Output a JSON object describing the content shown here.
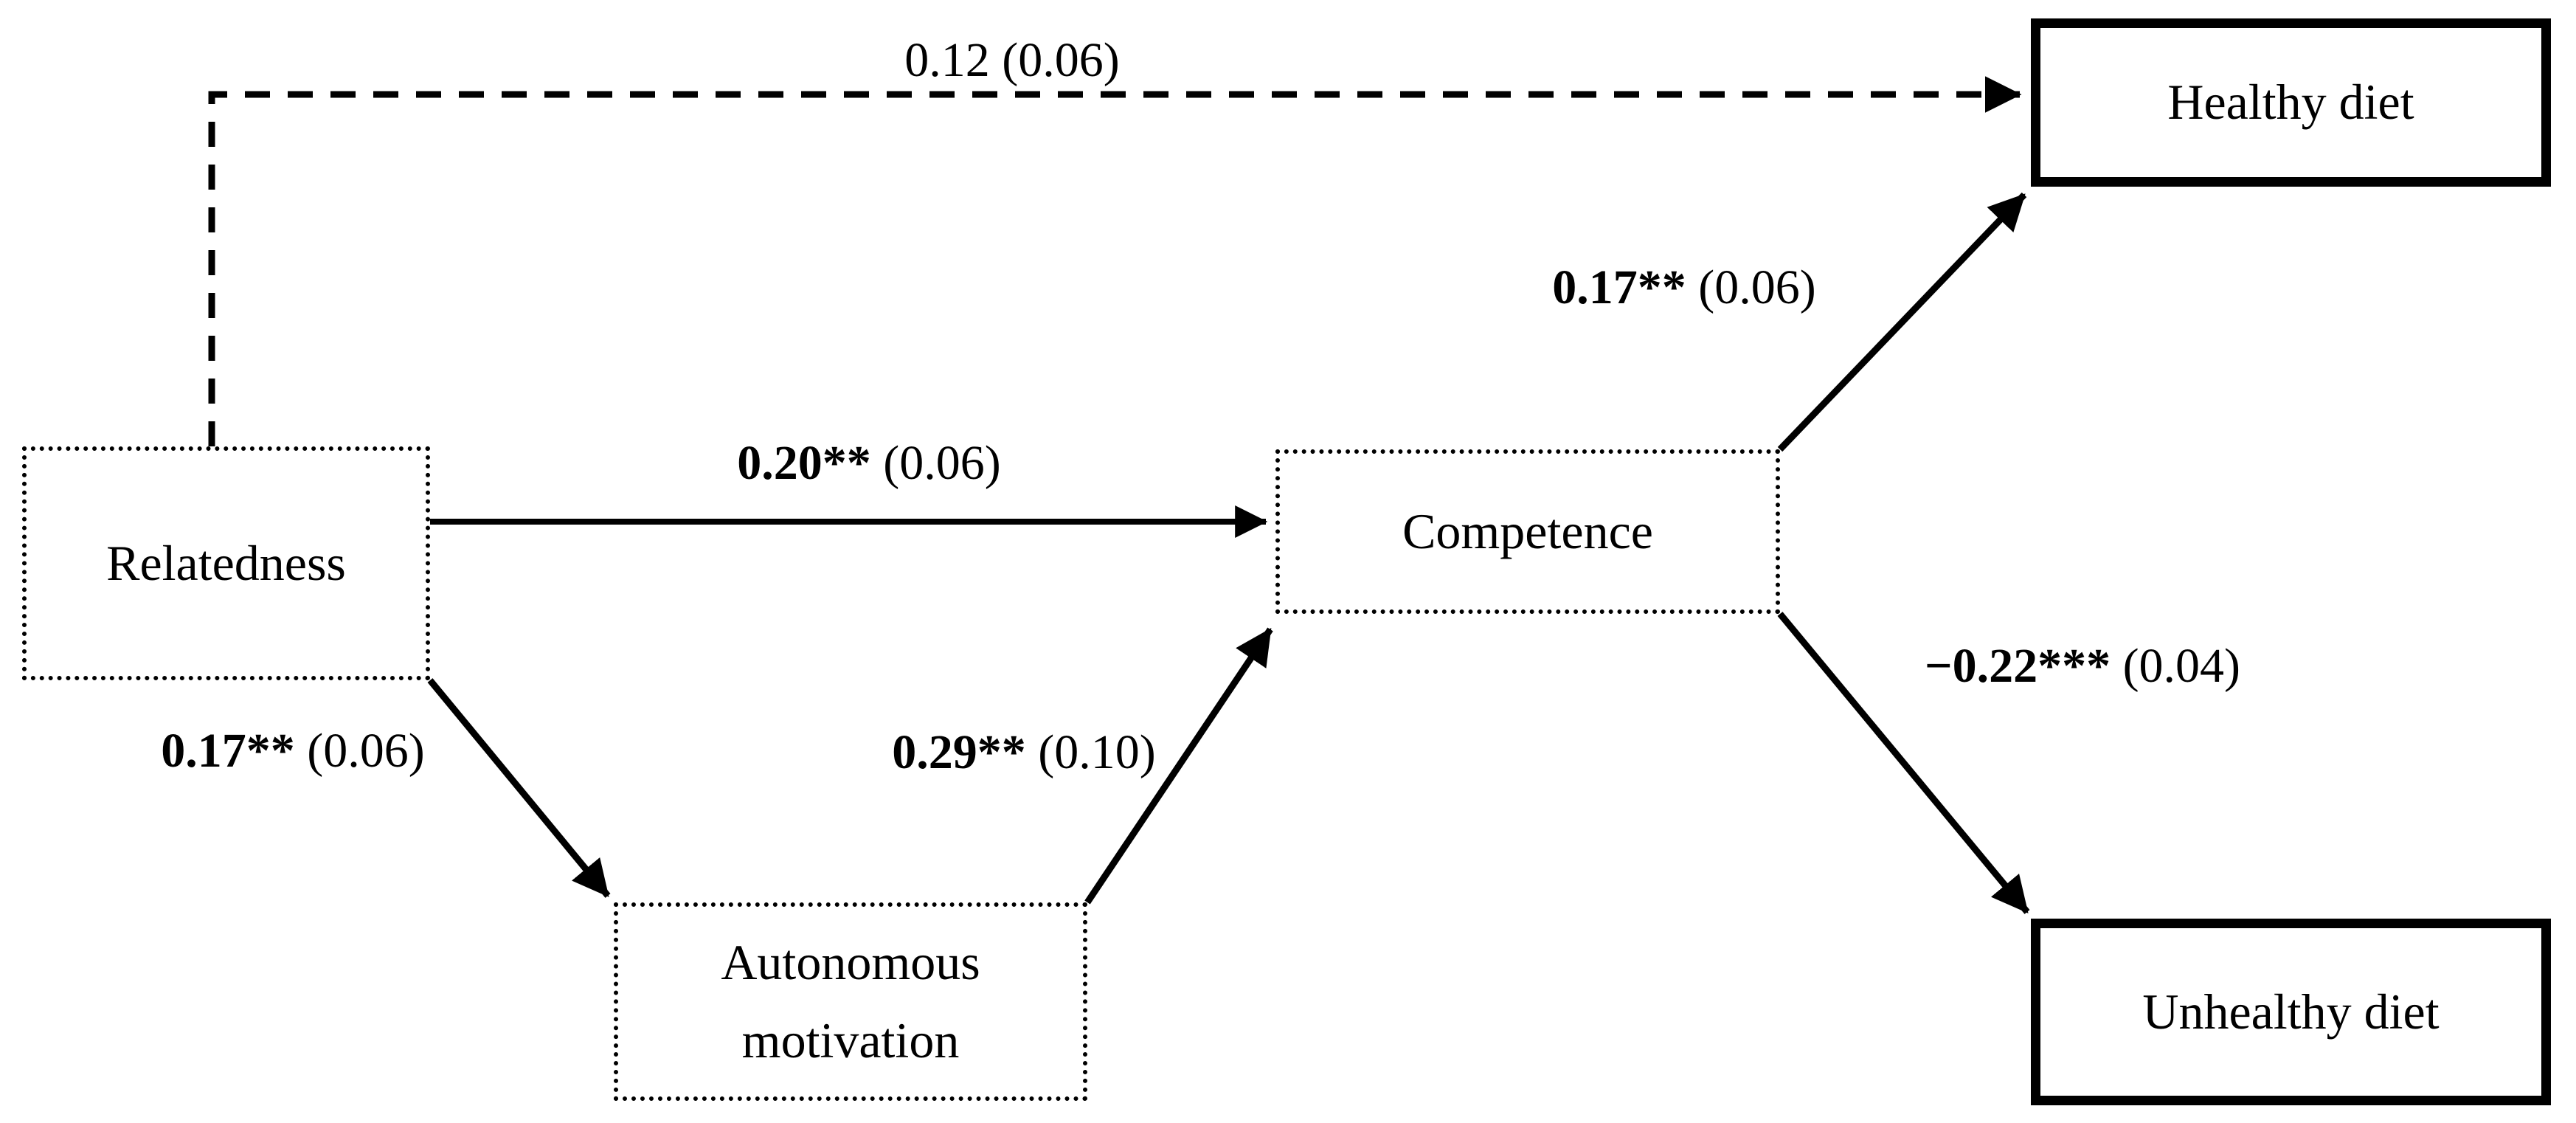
{
  "figure": {
    "background": "#ffffff",
    "line_color": "#000000",
    "nodes": {
      "relatedness": {
        "label": "Relatedness",
        "border": "dotted"
      },
      "autonomous_motivation": {
        "label_line1": "Autonomous",
        "label_line2": "motivation",
        "border": "dotted"
      },
      "competence": {
        "label": "Competence",
        "border": "dotted"
      },
      "healthy_diet": {
        "label": "Healthy diet",
        "border": "thick-solid"
      },
      "unhealthy_diet": {
        "label": "Unhealthy diet",
        "border": "thick-solid"
      }
    },
    "paths": [
      {
        "from": "Relatedness",
        "to": "Healthy diet",
        "coefficient": "0.12",
        "se": "(0.06)",
        "line": "dashed",
        "significant": false
      },
      {
        "from": "Relatedness",
        "to": "Competence",
        "coefficient": "0.20**",
        "se": "(0.06)",
        "line": "solid",
        "significant": true
      },
      {
        "from": "Relatedness",
        "to": "Autonomous motivation",
        "coefficient": "0.17**",
        "se": "(0.06)",
        "line": "solid",
        "significant": true
      },
      {
        "from": "Autonomous motivation",
        "to": "Competence",
        "coefficient": "0.29**",
        "se": "(0.10)",
        "line": "solid",
        "significant": true
      },
      {
        "from": "Competence",
        "to": "Healthy diet",
        "coefficient": "0.17**",
        "se": "(0.06)",
        "line": "solid",
        "significant": true
      },
      {
        "from": "Competence",
        "to": "Unhealthy diet",
        "coefficient": "−0.22***",
        "se": "(0.04)",
        "line": "solid",
        "significant": true
      }
    ]
  }
}
